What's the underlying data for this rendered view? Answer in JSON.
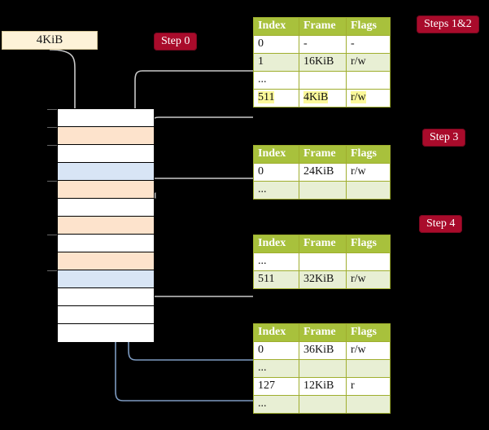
{
  "diagram": {
    "title_label": "4KiB",
    "step_labels": {
      "step0": "Step 0",
      "steps12": "Steps 1&2",
      "step3": "Step 3",
      "step4": "Step 4"
    }
  },
  "memory_column": {
    "cells": [
      {
        "color": "white"
      },
      {
        "color": "orange"
      },
      {
        "color": "white"
      },
      {
        "color": "blue"
      },
      {
        "color": "orange"
      },
      {
        "color": "white"
      },
      {
        "color": "orange"
      },
      {
        "color": "white"
      },
      {
        "color": "orange"
      },
      {
        "color": "blue"
      },
      {
        "color": "white"
      },
      {
        "color": "white"
      },
      {
        "color": "white"
      }
    ]
  },
  "tables": [
    {
      "id": "table-steps-1-2",
      "headers": [
        "Index",
        "Frame",
        "Flags"
      ],
      "rows": [
        {
          "style": "plain",
          "cells": [
            "0",
            "-",
            "-"
          ]
        },
        {
          "style": "alt",
          "cells": [
            "1",
            "16KiB",
            "r/w"
          ]
        },
        {
          "style": "plain",
          "cells": [
            "...",
            "",
            ""
          ]
        },
        {
          "style": "hl",
          "cells": [
            "511",
            "4KiB",
            "r/w"
          ]
        }
      ]
    },
    {
      "id": "table-step-3",
      "headers": [
        "Index",
        "Frame",
        "Flags"
      ],
      "rows": [
        {
          "style": "plain",
          "cells": [
            "0",
            "24KiB",
            "r/w"
          ]
        },
        {
          "style": "alt",
          "cells": [
            "...",
            "",
            ""
          ]
        }
      ]
    },
    {
      "id": "table-step-4-upper",
      "headers": [
        "Index",
        "Frame",
        "Flags"
      ],
      "rows": [
        {
          "style": "plain",
          "cells": [
            "...",
            "",
            ""
          ]
        },
        {
          "style": "alt",
          "cells": [
            "511",
            "32KiB",
            "r/w"
          ]
        }
      ]
    },
    {
      "id": "table-step-4-lower",
      "headers": [
        "Index",
        "Frame",
        "Flags"
      ],
      "rows": [
        {
          "style": "plain",
          "cells": [
            "0",
            "36KiB",
            "r/w"
          ]
        },
        {
          "style": "alt",
          "cells": [
            "...",
            "",
            ""
          ]
        },
        {
          "style": "plain",
          "cells": [
            "127",
            "12KiB",
            "r"
          ]
        },
        {
          "style": "alt",
          "cells": [
            "...",
            "",
            ""
          ]
        }
      ]
    }
  ],
  "colors": {
    "background": "#000000",
    "pill": "#a90b2b",
    "table_header": "#a8c13c",
    "table_alt_row": "#e8efd4",
    "highlight": "#fbf89a",
    "frame_orange": "#fde3cc",
    "frame_blue": "#d8e5f5",
    "wire_gray": "#bfbfbf",
    "wire_blue": "#7d9bc1",
    "vpage_box": "#fdf2d8"
  }
}
